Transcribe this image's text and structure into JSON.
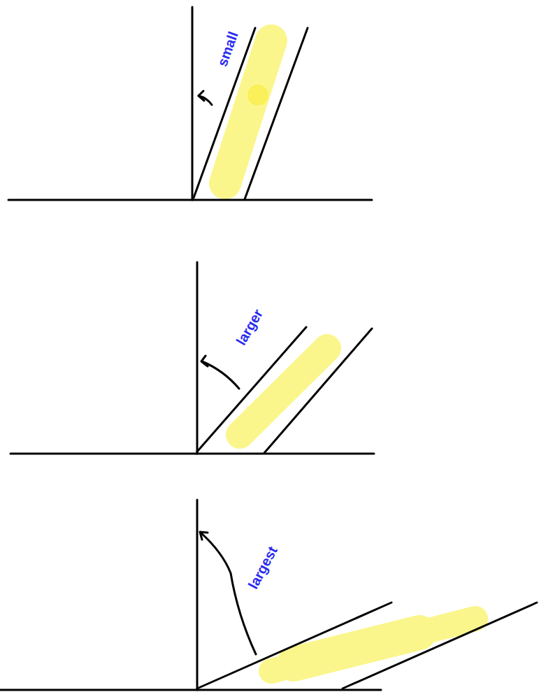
{
  "diagram": {
    "labels": [
      "small",
      "larger",
      "largest"
    ]
  }
}
